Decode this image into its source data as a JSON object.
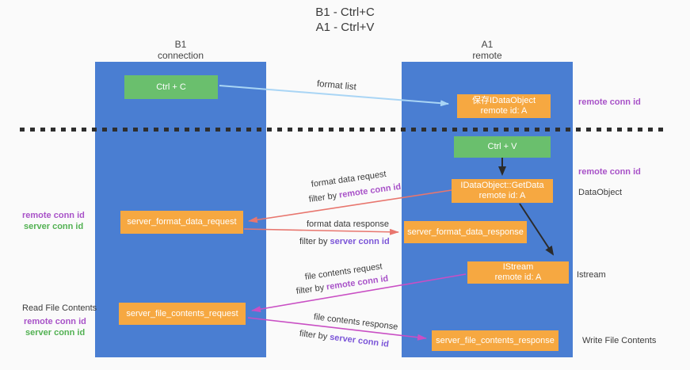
{
  "title": {
    "line1": "B1 - Ctrl+C",
    "line2": "A1 - Ctrl+V"
  },
  "lanes": {
    "left": {
      "title": "B1",
      "subtitle": "connection"
    },
    "right": {
      "title": "A1",
      "subtitle": "remote"
    }
  },
  "boxes": {
    "ctrl_c": {
      "label": "Ctrl + C"
    },
    "save_dataobject": {
      "line1": "保存IDataObject",
      "line2": "remote id: A"
    },
    "ctrl_v": {
      "label": "Ctrl + V"
    },
    "getdata": {
      "line1": "IDataObject::GetData",
      "line2": "remote id: A"
    },
    "format_request": {
      "label": "server_format_data_request"
    },
    "format_response": {
      "label": "server_format_data_response"
    },
    "istream": {
      "line1": "IStream",
      "line2": "remote id: A"
    },
    "file_request": {
      "label": "server_file_contents_request"
    },
    "file_response": {
      "label": "server_file_contents_response"
    }
  },
  "flow_labels": {
    "format_list": "format list",
    "format_data_request": "format data request",
    "format_data_response": "format data response",
    "file_contents_request": "file contents request",
    "file_contents_response": "file contents response",
    "filter_by": "filter by",
    "remote_conn_id": "remote conn id",
    "server_conn_id": "server conn id"
  },
  "side_labels": {
    "right_remote_conn_id_top": "remote conn id",
    "right_remote_conn_id_mid": "remote conn id",
    "dataobject": "DataObject",
    "istream": "Istream",
    "write_file_contents": "Write File Contents",
    "left_remote_conn_id_1": "remote conn id",
    "left_server_conn_id_1": "server conn id",
    "read_file_contents": "Read File Contents",
    "left_remote_conn_id_2": "remote conn id",
    "left_server_conn_id_2": "server conn id"
  },
  "colors": {
    "lane_blue": "#4a7ed2",
    "box_green": "#6abf6d",
    "box_orange": "#f6a841",
    "arrow_salmon": "#e8766e",
    "arrow_magenta": "#c94fc4",
    "arrow_lightblue": "#a9d5f5",
    "arrow_black": "#2b2b2b",
    "text_purple": "#a852c8",
    "text_violet": "#7b55d8",
    "text_green": "#52b152"
  }
}
